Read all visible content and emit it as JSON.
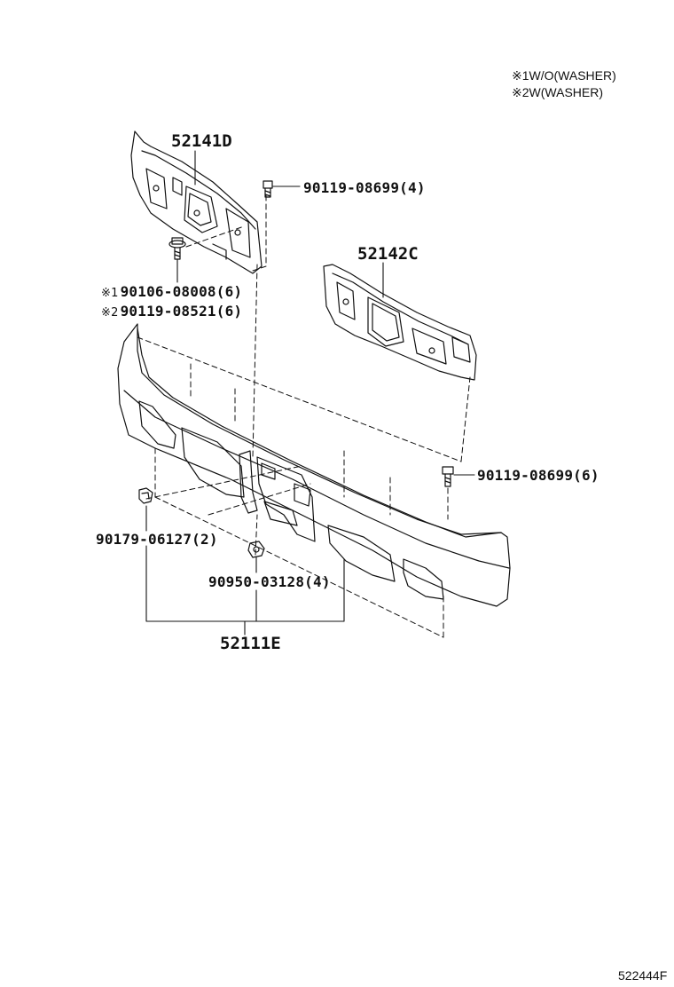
{
  "notes": [
    {
      "mark": "※1",
      "text": "W/O(WASHER)"
    },
    {
      "mark": "※2",
      "text": "W(WASHER)"
    }
  ],
  "parts": {
    "stay_upper": "52141D",
    "stay_lower": "52142C",
    "bolt_upper": "90119-08699(4)",
    "bolt_washer_none": {
      "mark": "※1",
      "text": "90106-08008(6)"
    },
    "bolt_washer_with": {
      "mark": "※2",
      "text": "90119-08521(6)"
    },
    "bolt_side": "90119-08699(6)",
    "clip": "90179-06127(2)",
    "nut": "90950-03128(4)",
    "bumper_assembly": "52111E"
  },
  "diagram_ref": "522444F"
}
